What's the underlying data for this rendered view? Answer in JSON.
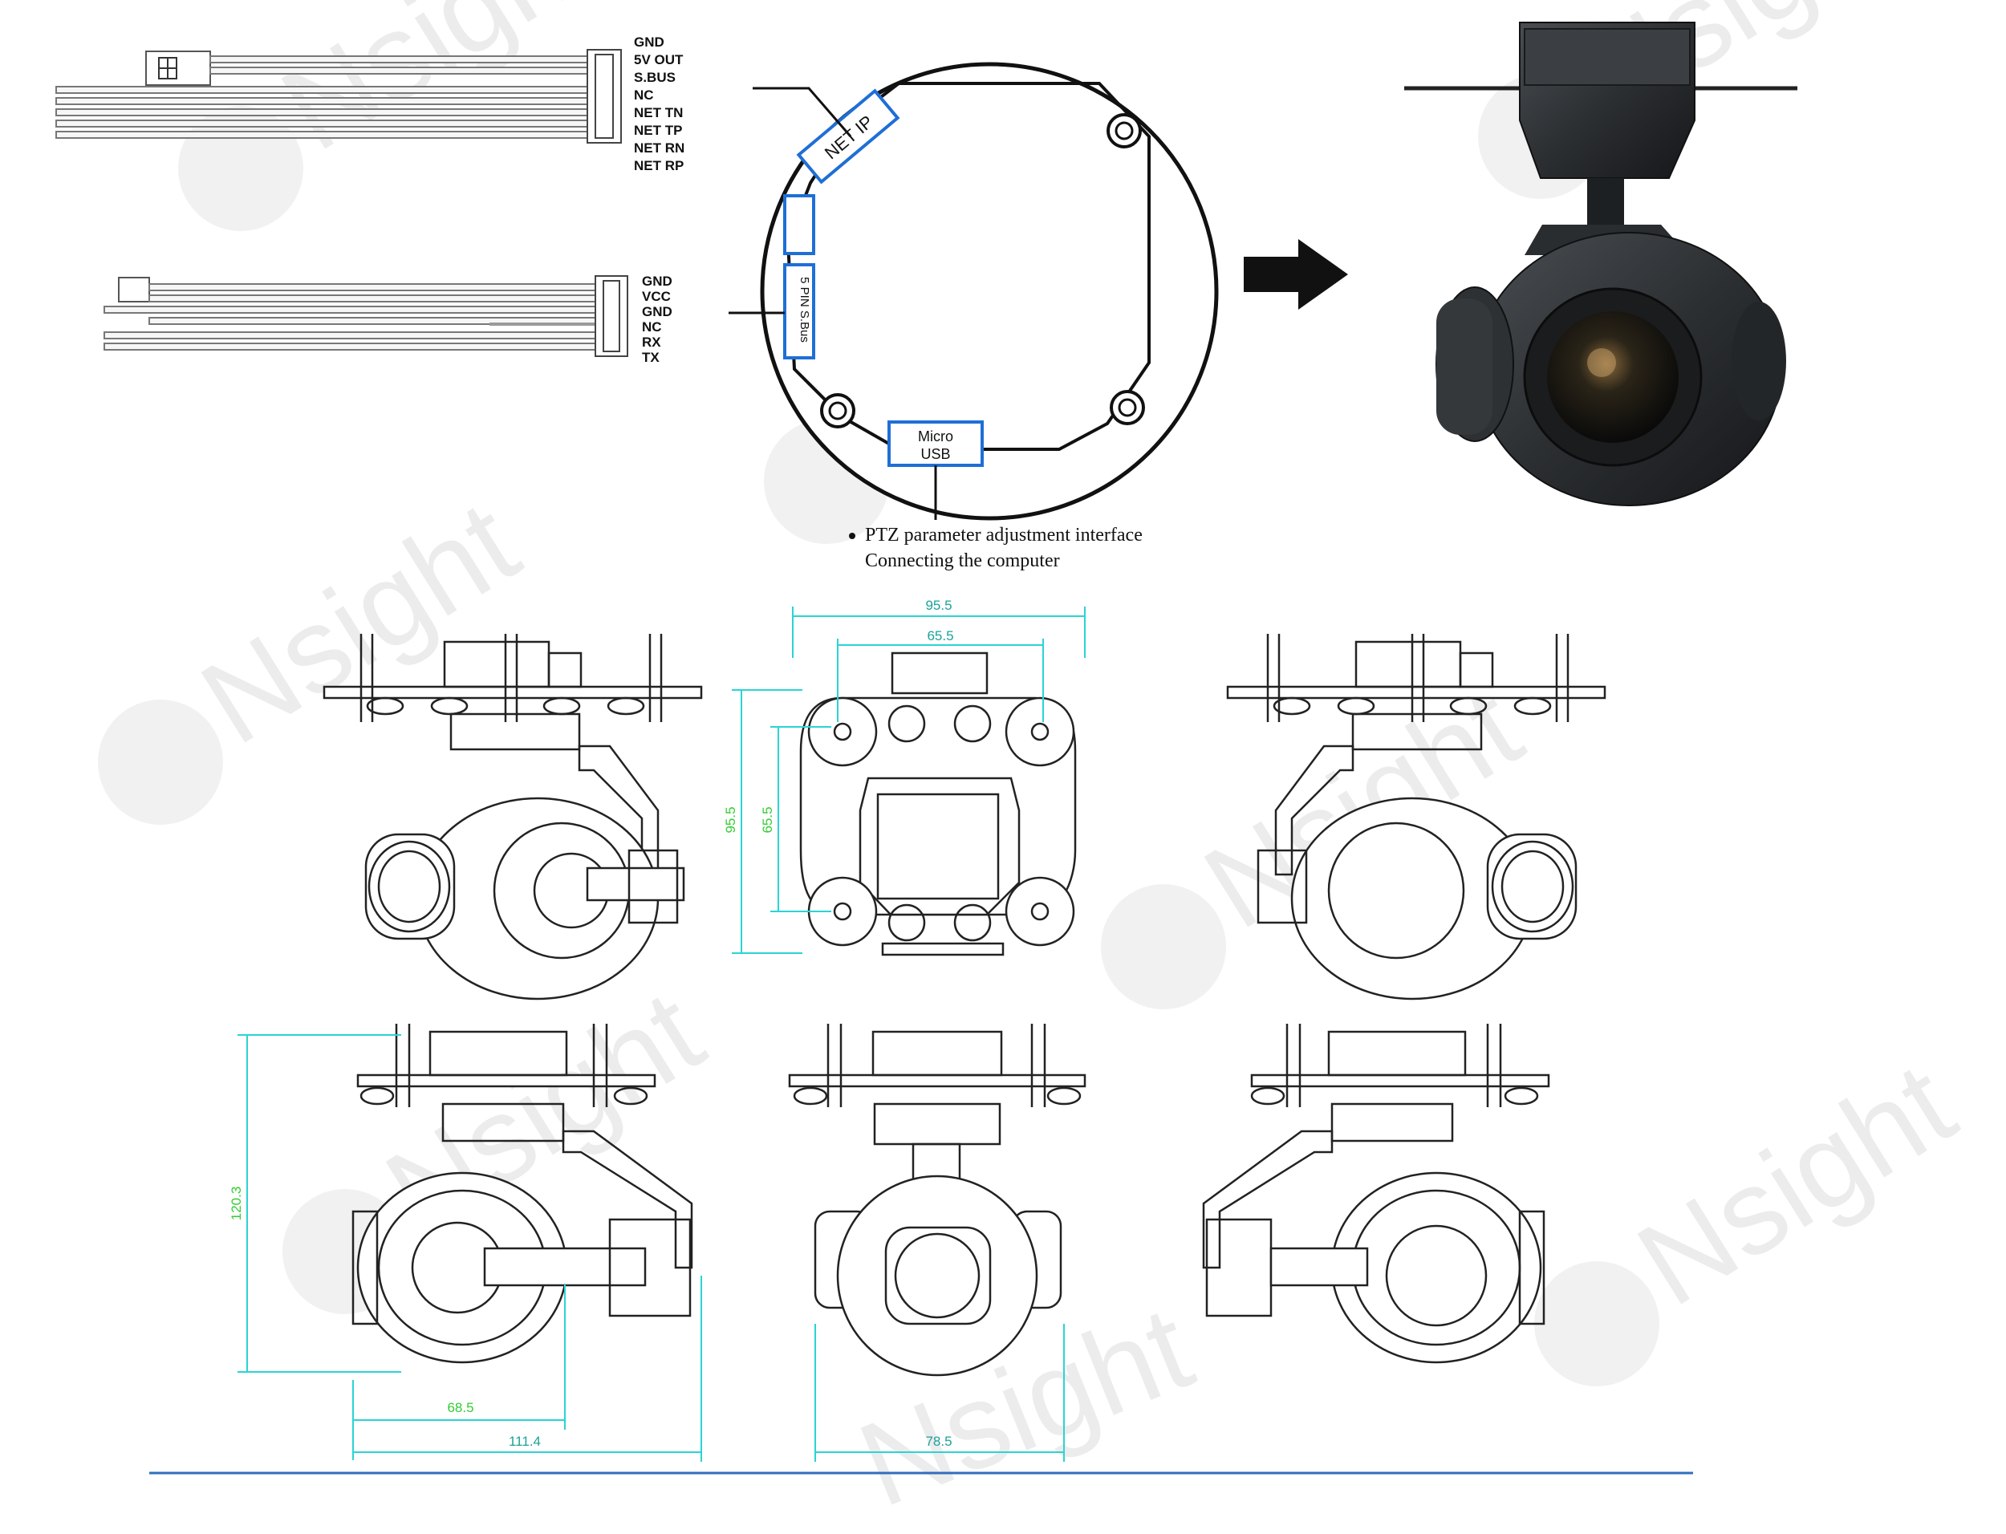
{
  "connector_a": {
    "pins": [
      "GND",
      "5V OUT",
      "S.BUS",
      "NC",
      "NET TN",
      "NET TP",
      "NET RN",
      "NET RP"
    ]
  },
  "connector_b": {
    "pins": [
      "GND",
      "VCC",
      "GND",
      "NC",
      "RX",
      "TX"
    ]
  },
  "board": {
    "port_net": "NET IP",
    "port_sbus": "5 PIN S.Bus",
    "port_usb_line1": "Micro",
    "port_usb_line2": "USB",
    "note_line1": "PTZ parameter adjustment interface",
    "note_line2": "Connecting the computer"
  },
  "dimensions": {
    "top_width_outer": "95.5",
    "top_width_inner": "65.5",
    "top_height_outer": "95.5",
    "top_height_inner": "65.5",
    "height": "120.3",
    "depth_inner": "68.5",
    "depth_outer": "111.4",
    "front_width": "78.5"
  },
  "watermark": {
    "brand": "Nsight"
  },
  "colors": {
    "board_port": "#1e6fd6",
    "dimension_line": "#2ad4d4",
    "dimension_text_green": "#33cc33",
    "dimension_text_teal": "#1aa39a",
    "arrow": "#111111",
    "divider": "#2f6fbd"
  }
}
